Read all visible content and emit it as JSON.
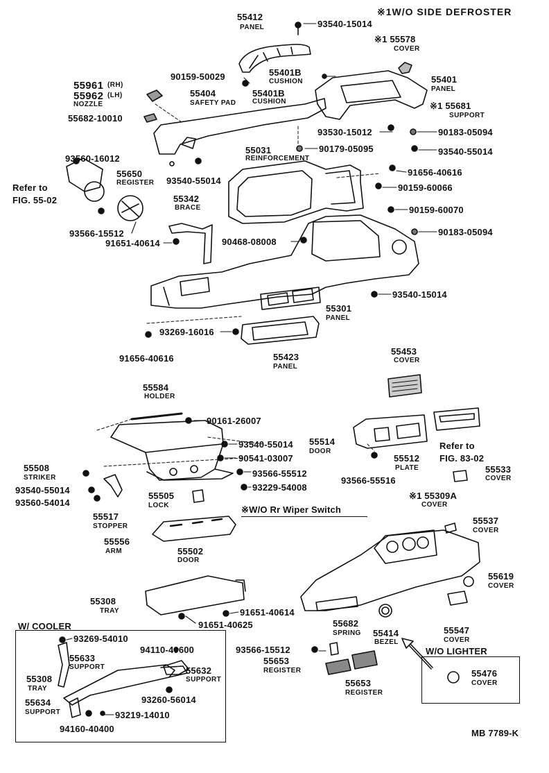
{
  "header": {
    "note": "※1W/O  SIDE  DEFROSTER"
  },
  "labels": {
    "p55412": "55412",
    "p55412_name": "PANEL",
    "b93540_15014_top": "93540-15014",
    "p55578": "※1 55578",
    "p55578_name": "COVER",
    "p55961": "55961",
    "p55961_rh": "(RH)",
    "p55962": "55962",
    "p55962_lh": "(LH)",
    "nozzle": "NOZZLE",
    "b90159_50029": "90159-50029",
    "p55401b_a": "55401B",
    "cushion_a": "CUSHION",
    "p55401": "55401",
    "p55401_name": "PANEL",
    "p55404": "55404",
    "p55404_name": "SAFETY PAD",
    "p55401b_b": "55401B",
    "cushion_b": "CUSHION",
    "p55681": "※1 55681",
    "p55681_name": "SUPPORT",
    "b55682_10010": "55682-10010",
    "b93530_15012": "93530-15012",
    "b90183_05094_a": "90183-05094",
    "b90179_05095": "90179-05095",
    "b93540_55014_r": "93540-55014",
    "b93560_16012": "93560-16012",
    "p55031": "55031",
    "p55031_name": "REINFORCEMENT",
    "b91656_40616_r": "91656-40616",
    "p55650": "55650",
    "p55650_name": "REGISTER",
    "refer_a": "Refer to",
    "refer_a_fig": "FIG. 55-02",
    "b93540_55014_m": "93540-55014",
    "b90159_60066": "90159-60066",
    "p55342": "55342",
    "p55342_name": "BRACE",
    "b90159_60070": "90159-60070",
    "b93566_15512": "93566-15512",
    "b90183_05094_b": "90183-05094",
    "b91651_40614_a": "91651-40614",
    "b90468_08008": "90468-08008",
    "b93540_15014_m": "93540-15014",
    "p55301": "55301",
    "p55301_name": "PANEL",
    "b93269_16016": "93269-16016",
    "b91656_40616_l": "91656-40616",
    "p55423": "55423",
    "p55423_name": "PANEL",
    "p55453": "55453",
    "p55453_name": "COVER",
    "p55584": "55584",
    "p55584_name": "HOLDER",
    "b90161_26007": "90161-26007",
    "b93540_55014_g": "93540-55014",
    "p55514": "55514",
    "p55514_name": "DOOR",
    "b90541_03007": "90541-03007",
    "p55512": "55512",
    "p55512_name": "PLATE",
    "refer_b": "Refer to",
    "refer_b_fig": "FIG. 83-02",
    "p55508": "55508",
    "p55508_name": "STRIKER",
    "b93566_55512": "93566-55512",
    "b93566_55516": "93566-55516",
    "p55533": "55533",
    "p55533_name": "COVER",
    "b93540_55014_l": "93540-55014",
    "b93229_54008": "93229-54008",
    "b93560_54014": "93560-54014",
    "p55505": "55505",
    "p55505_name": "LOCK",
    "p55309a": "※1 55309A",
    "p55309a_name": "COVER",
    "wo_rr_wiper": "※W/O  Rr Wiper Switch",
    "p55517": "55517",
    "p55517_name": "STOPPER",
    "p55537": "55537",
    "p55537_name": "COVER",
    "p55556": "55556",
    "p55556_name": "ARM",
    "p55502": "55502",
    "p55502_name": "DOOR",
    "p55619": "55619",
    "p55619_name": "COVER",
    "p55308": "55308",
    "p55308_name": "TRAY",
    "b91651_40614_b": "91651-40614",
    "b91651_40625": "91651-40625",
    "p55547": "55547",
    "p55547_name": "COVER",
    "w_cooler": "W/ COOLER",
    "b93269_54010": "93269-54010",
    "p55682": "55682",
    "p55682_name": "SPRING",
    "p55414": "55414",
    "p55414_name": "BEZEL",
    "p55633": "55633",
    "p55633_name": "SUPPORT",
    "b94110_40600": "94110-40600",
    "wo_lighter": "W/O LIGHTER",
    "b93566_15512_b": "93566-15512",
    "p55653_a": "55653",
    "p55653_a_name": "REGISTER",
    "p55308_b": "55308",
    "p55308_b_name": "TRAY",
    "p55632": "55632",
    "p55632_name": "SUPPORT",
    "p55653_b": "55653",
    "p55653_b_name": "REGISTER",
    "p55476": "55476",
    "p55476_name": "COVER",
    "b93260_56014": "93260-56014",
    "p55634": "55634",
    "p55634_name": "SUPPORT",
    "b93219_14010": "93219-14010",
    "b94160_40400": "94160-40400"
  },
  "footer": {
    "code": "MB  7789-K"
  }
}
